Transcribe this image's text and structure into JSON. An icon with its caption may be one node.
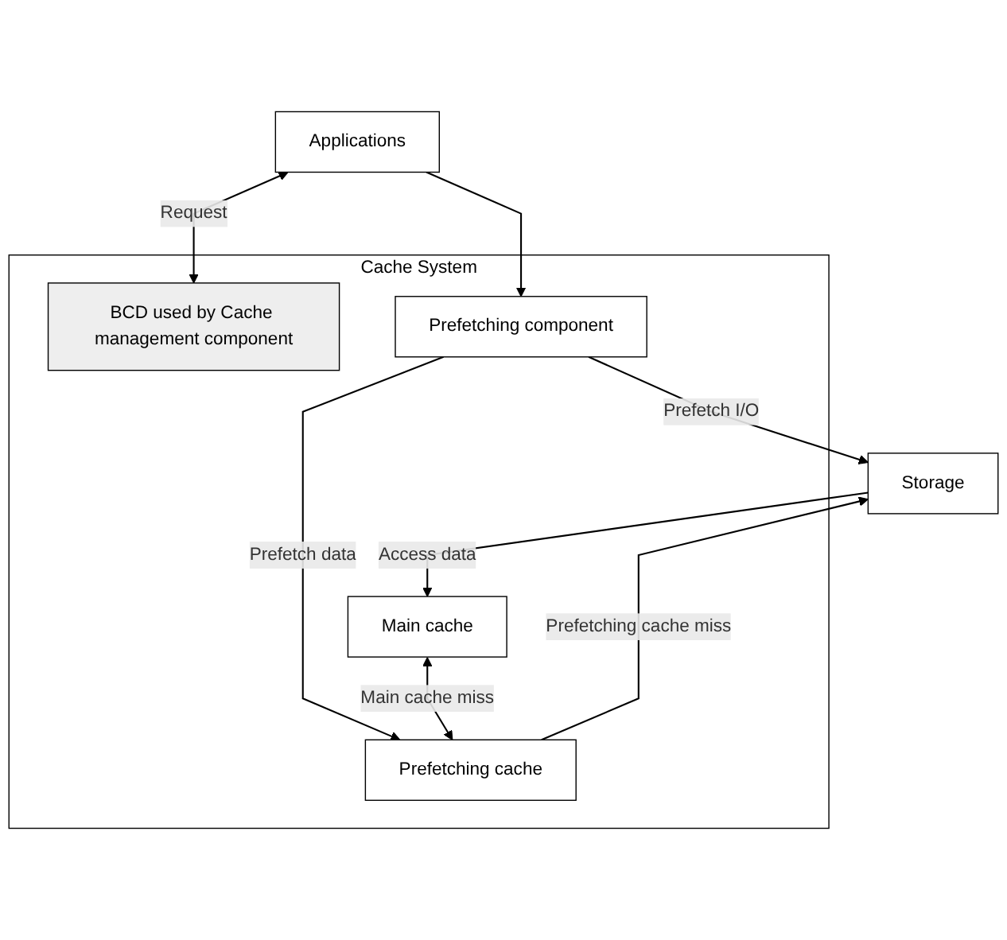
{
  "diagram": {
    "nodes": [
      {
        "text": [
          "Applications"
        ]
      },
      {
        "text": [
          "Cache System"
        ]
      },
      {
        "text": [
          "BCD used by Cache management component"
        ],
        "in": 1
      },
      {
        "text": [
          "Main cache"
        ],
        "in": 1
      },
      {
        "text": [
          "Prefetching component"
        ],
        "in": 1
      },
      {
        "text": [
          "Prefetching cache"
        ],
        "in": 1
      },
      {
        "text": [
          "Storage"
        ]
      }
    ],
    "edges": [
      {
        "from": 0,
        "to": 2,
        "arrow": "both",
        "label": "Request"
      },
      {
        "from": 0,
        "to": 4,
        "arrow": "to"
      },
      {
        "from": 4,
        "to": 6,
        "arrow": "to",
        "label": "Prefetch I/O"
      },
      {
        "from": 4,
        "to": 5,
        "arrow": "to",
        "label": "Prefetch data"
      },
      {
        "from": 3,
        "to": 5,
        "arrow": "both",
        "label": "Main cache miss"
      },
      {
        "from": 5,
        "to": 6,
        "arrow": "to",
        "label": "Prefetching cache miss"
      },
      {
        "from": 6,
        "to": 3,
        "arrow": "to",
        "label": "Access data"
      }
    ]
  }
}
